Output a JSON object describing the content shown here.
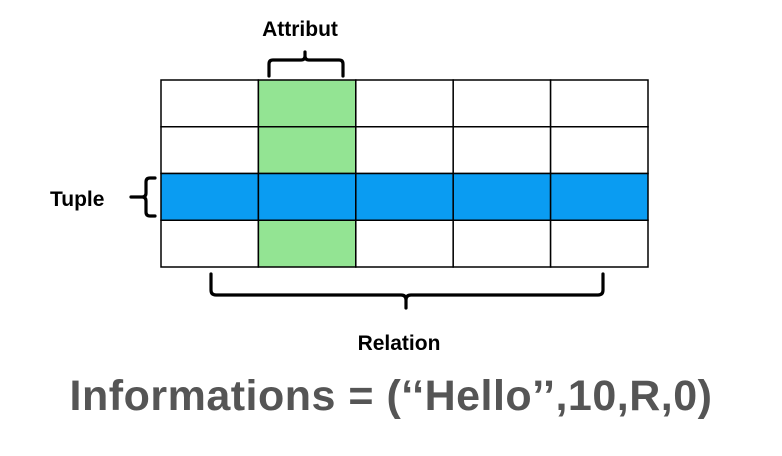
{
  "labels": {
    "attribute": "Attribut",
    "tuple": "Tuple",
    "relation": "Relation"
  },
  "formula": "Informations = (‘‘Hello’’,10,R,0)",
  "table": {
    "rows": 4,
    "columns": 5,
    "highlighted_column": 2,
    "highlighted_row": 3
  },
  "colors": {
    "attribute_highlight": "#93e493",
    "tuple_highlight": "#0a9cf2",
    "grid": "#000000",
    "formula_text": "#555555"
  }
}
